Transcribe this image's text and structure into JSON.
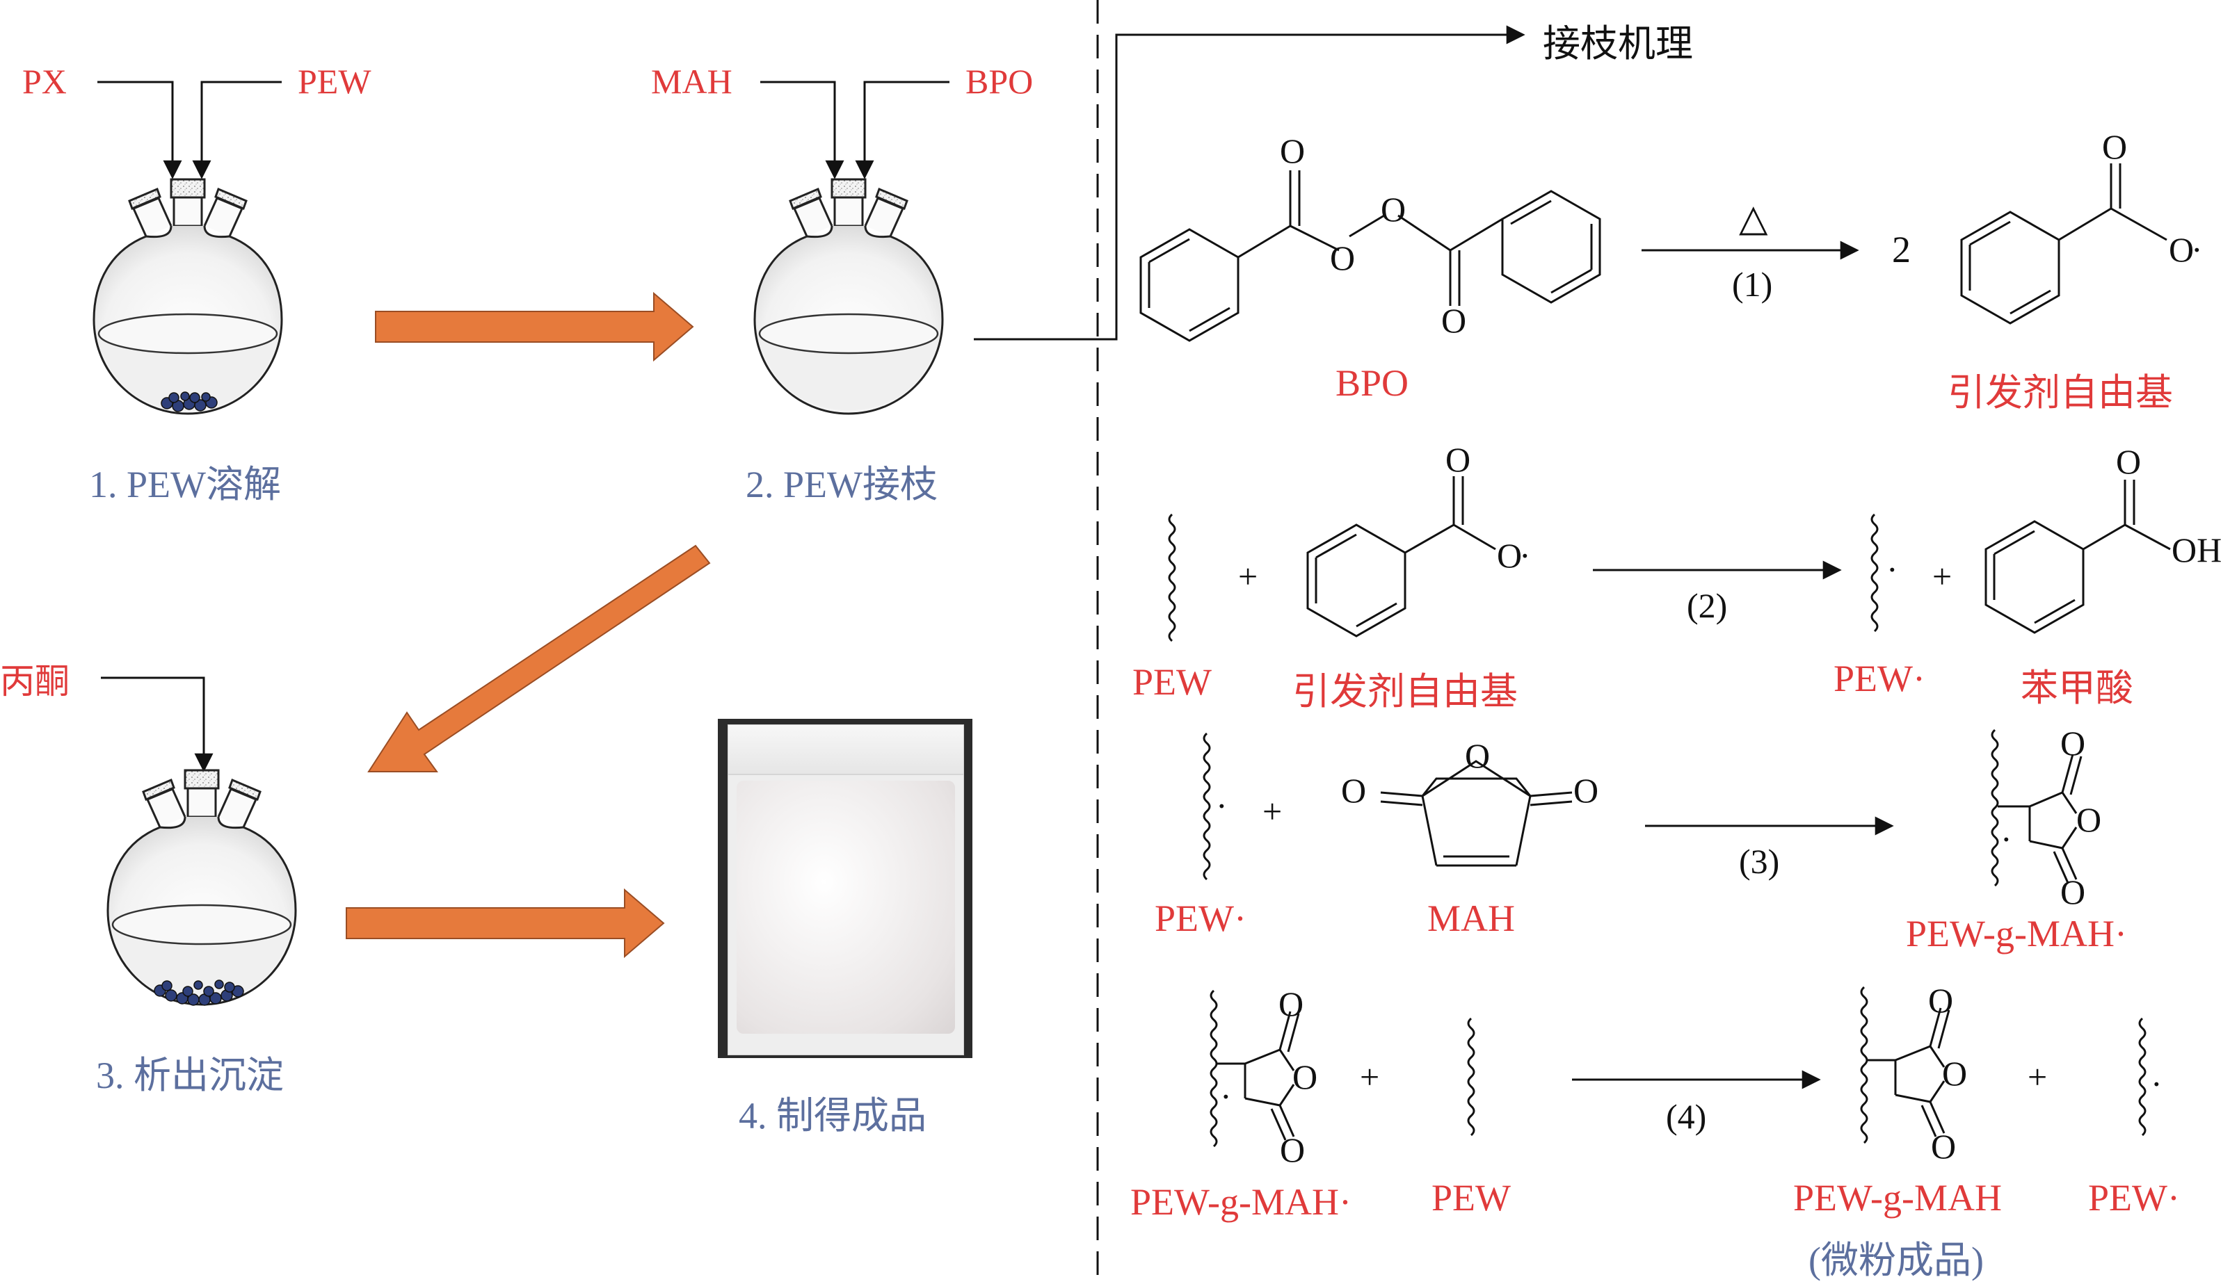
{
  "inputs": {
    "px": "PX",
    "pew": "PEW",
    "mah": "MAH",
    "bpo": "BPO",
    "acetone": "丙酮"
  },
  "steps": {
    "s1": "1. PEW溶解",
    "s2": "2. PEW接枝",
    "s3": "3. 析出沉淀",
    "s4": "4. 制得成品"
  },
  "mechanism": {
    "title": "接枝机理",
    "heat": "△",
    "r1": "(1)",
    "r2": "(2)",
    "r3": "(3)",
    "r4": "(4)",
    "coef2": "2",
    "bpo": "BPO",
    "initiator_radical": "引发剂自由基",
    "pew": "PEW",
    "pew_radical": "PEW·",
    "benzoic_acid": "苯甲酸",
    "mah": "MAH",
    "pew_g_mah_radical": "PEW-g-MAH·",
    "pew_g_mah": "PEW-g-MAH",
    "micro_powder": "(微粉成品)",
    "plus": "+",
    "atom_o": "O",
    "atom_oh": "OH",
    "radical_dot": "·"
  },
  "colors": {
    "label_red": "#e03a3a",
    "label_blue": "#5c6f9e",
    "arrow_orange": "#e67a3c",
    "line": "#111111"
  }
}
